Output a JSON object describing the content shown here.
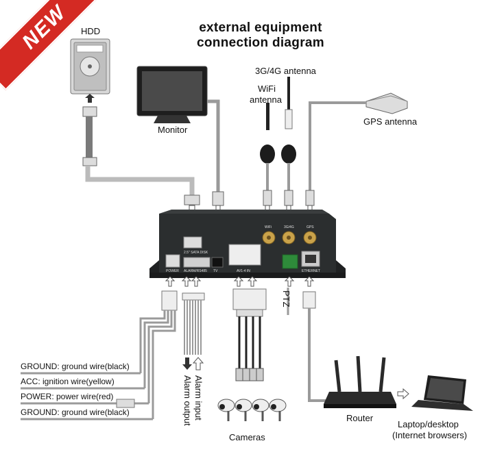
{
  "badge": "NEW",
  "title_line1": "external equipment",
  "title_line2": "connection diagram",
  "devices": {
    "hdd": "HDD",
    "monitor": "Monitor",
    "antenna_3g4g": "3G/4G antenna",
    "wifi_line1": "WiFi",
    "wifi_line2": "antenna",
    "gps": "GPS antenna",
    "ptz": "PTZ",
    "router": "Router",
    "laptop_line1": "Laptop/desktop",
    "laptop_line2": "(Internet browsers)",
    "cameras": "Cameras",
    "alarm_input": "Alarm input",
    "alarm_output": "Alarm output"
  },
  "panel_labels": {
    "sata": "2.5\" SATA DISK",
    "power": "POWER",
    "alarm": "ALARM/RS485",
    "tv": "TV",
    "av": "AV1-4 IN",
    "ethernet": "ETHERNET",
    "wifi": "WiFi",
    "g3g4": "3G/4G",
    "gps": "GPS"
  },
  "wires": [
    "GROUND: ground wire(black)",
    "ACC: ignition wire(yellow)",
    "POWER: power wire(red)",
    "GROUND:  ground wire(black)"
  ],
  "colors": {
    "badge": "#d42a23",
    "cable": "#9a9a9a",
    "dvr_body": "#2b2e2f",
    "connector_gold": "#c9a24a",
    "ptz_green": "#2e8b3a"
  }
}
